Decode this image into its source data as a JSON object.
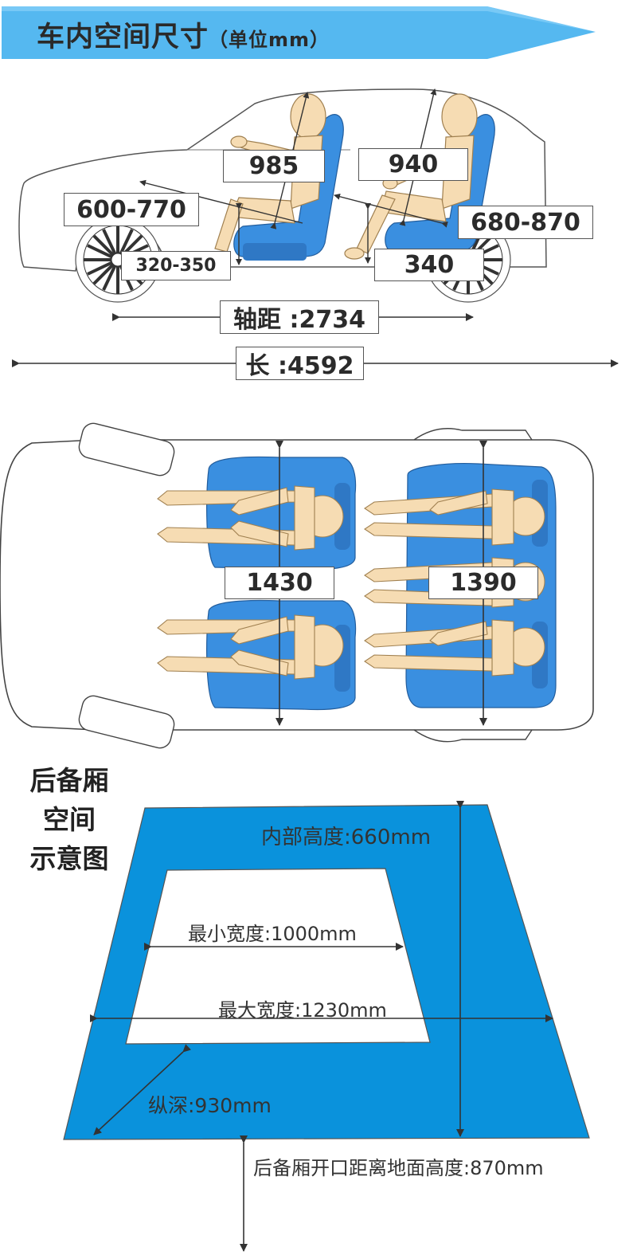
{
  "header": {
    "title": "车内空间尺寸",
    "unit": "（单位mm）"
  },
  "side_view": {
    "front_headroom": "985",
    "rear_headroom": "940",
    "front_legroom": "600-770",
    "rear_legroom": "680-870",
    "front_seat_height": "320-350",
    "rear_seat_height": "340",
    "wheelbase": "轴距 :2734",
    "length": "长 :4592"
  },
  "top_view": {
    "front_shoulder": "1430",
    "rear_shoulder": "1390"
  },
  "trunk": {
    "title_lines": [
      "后备厢",
      "空间",
      "示意图"
    ],
    "inner_height": "内部高度:660mm",
    "min_width": "最小宽度:1000mm",
    "max_width": "最大宽度:1230mm",
    "depth": "纵深:930mm",
    "opening_height": "后备厢开口距离地面高度:870mm"
  },
  "colors": {
    "banner": "#55b8f0",
    "seat_blue": "#3a8fe0",
    "skin": "#f6dcb3",
    "trunk_blue": "#0a92dc"
  }
}
